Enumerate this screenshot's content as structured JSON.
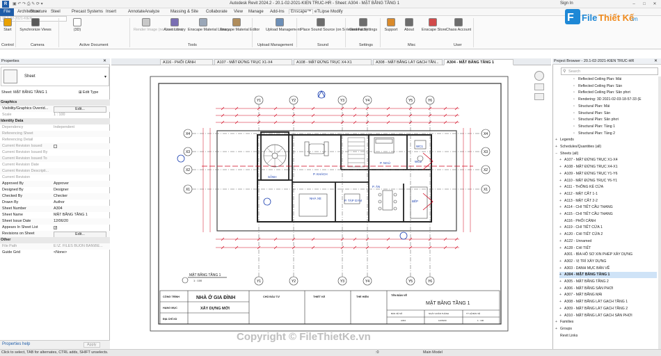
{
  "app": {
    "title": "Autodesk Revit 2024.2 - 20.1-02-2021-KIEN TRUC-HR - Sheet: A304 - MẶT BẰNG TẦNG 1",
    "sign_in": "Sign In"
  },
  "menu": {
    "file": "File",
    "items": [
      "Architecture",
      "Structure",
      "Steel",
      "Precast",
      "Systems",
      "Insert",
      "Annotate",
      "Analyze",
      "Massing & Site",
      "Collaborate",
      "View",
      "Manage",
      "Add-Ins",
      "Enscape™",
      "eTLipse",
      "Modify"
    ],
    "active_index": 13
  },
  "ribbon": {
    "buttons": [
      {
        "label": "Start",
        "color": "#e9a100"
      },
      {
        "label": "Synchronize Views",
        "color": "#5a5a5a"
      },
      {
        "label": "(3D)",
        "color": "#ffffff"
      },
      {
        "label": "Render Image (no Document)",
        "color": "#c8c8c8"
      },
      {
        "label": "Asset Library",
        "color": "#7a6fb3"
      },
      {
        "label": "Enscape Material Library",
        "color": "#9aa7b8"
      },
      {
        "label": "Enscape Material Editor",
        "color": "#b08d5c"
      },
      {
        "label": "Upload Management",
        "color": "#6d8fb7"
      },
      {
        "label": "Place Sound Source (on Selected Face)",
        "color": "#6d6d6d"
      },
      {
        "label": "General Settings",
        "color": "#6d6d6d"
      },
      {
        "label": "Support",
        "color": "#d98a2b"
      },
      {
        "label": "About",
        "color": "#6d6d6d"
      },
      {
        "label": "Enscape Store",
        "color": "#d14a4a"
      },
      {
        "label": "Chaos Account",
        "color": "#6d6d6d"
      }
    ],
    "view_select": "20.1-02-2021-KIEN...",
    "groups": [
      "Control",
      "Camera",
      "Active Document",
      "Tools",
      "Upload Management",
      "Sound",
      "Settings",
      "Misc",
      "User"
    ]
  },
  "properties": {
    "header": "Properties",
    "type": "Sheet",
    "selector": "Sheet: MẶT BẰNG TẦNG 1",
    "edit_type": "Edit Type",
    "rows": [
      {
        "cat": true,
        "k": "Graphics",
        "v": ""
      },
      {
        "k": "Visibility/Graphics Overrid...",
        "v": "Edit...",
        "btn": true
      },
      {
        "k": "Scale",
        "v": "1 : 100",
        "grey": true
      },
      {
        "cat": true,
        "k": "Identity Data",
        "v": ""
      },
      {
        "k": "Dependency",
        "v": "Independent",
        "grey": true
      },
      {
        "k": "Referencing Sheet",
        "v": "",
        "grey": true
      },
      {
        "k": "Referencing Detail",
        "v": "",
        "grey": true
      },
      {
        "k": "Current Revision Issued",
        "v": "",
        "grey": true,
        "chk": true
      },
      {
        "k": "Current Revision Issued By",
        "v": "",
        "grey": true
      },
      {
        "k": "Current Revision Issued To",
        "v": "",
        "grey": true
      },
      {
        "k": "Current Revision Date",
        "v": "",
        "grey": true
      },
      {
        "k": "Current Revision Descripti...",
        "v": "",
        "grey": true
      },
      {
        "k": "Current Revision",
        "v": "",
        "grey": true
      },
      {
        "k": "Approved By",
        "v": "Approver"
      },
      {
        "k": "Designed By",
        "v": "Designer"
      },
      {
        "k": "Checked By",
        "v": "Checker"
      },
      {
        "k": "Drawn By",
        "v": "Author"
      },
      {
        "k": "Sheet Number",
        "v": "A304"
      },
      {
        "k": "Sheet Name",
        "v": "MẶT BẰNG TẦNG 1"
      },
      {
        "k": "Sheet Issue Date",
        "v": "12/06/20"
      },
      {
        "k": "Appears In Sheet List",
        "v": "",
        "chk": true
      },
      {
        "k": "Revisions on Sheet",
        "v": "Edit...",
        "btn": true
      },
      {
        "cat": true,
        "k": "Other",
        "v": ""
      },
      {
        "k": "File Path",
        "v": "E:\\Z. FILES BUON BAN\\BE...",
        "grey": true
      },
      {
        "k": "Guide Grid",
        "v": "<None>"
      }
    ],
    "help": "Properties help",
    "apply": "Apply"
  },
  "tabs": [
    {
      "label": "A116 - PHỐI CẢNH"
    },
    {
      "label": "A107 - MẶT ĐỨNG TRỤC X1-X4"
    },
    {
      "label": "A108 - MẶT ĐỨNG TRỤC X4-X1"
    },
    {
      "label": "A308 - MẶT BẰNG LÁT GẠCH TẦN..."
    },
    {
      "label": "A304 - MẶT BẰNG TẦNG 1",
      "active": true
    }
  ],
  "drawing": {
    "grid_y": [
      "Y1",
      "Y2",
      "Y3",
      "Y4",
      "Y5",
      "Y6"
    ],
    "grid_x": [
      "X4",
      "X3",
      "X2",
      "X1"
    ],
    "rooms": [
      "SẢNH",
      "P. KHÁCH",
      "P. NGỦ",
      "WC1",
      "WC2",
      "P. ĂN",
      "NHÀ XE",
      "P. TẬP GYM",
      "BẾP"
    ],
    "view_title": "MẶT BẰNG TẦNG 1",
    "view_scale": "1 : 100",
    "tb_labels": {
      "project_lbl": "CÔNG TRÌNH",
      "category_lbl": "HẠNG MỤC",
      "address_lbl": "ĐỊA CHỈ XD",
      "owner_lbl": "CHỦ ĐẦU TƯ",
      "design_lbl": "THIẾT KẾ",
      "exec_lbl": "THỂ HIỆN",
      "sheet_lbl": "TÊN BẢN VẼ",
      "num_lbl": "BẢN VẼ SỐ",
      "date_lbl": "NGÀY HOÀN THÀNH",
      "scale_lbl": "TỶ LỆ BẢN VẼ"
    },
    "tb_values": {
      "project": "NHÀ Ở GIA ĐÌNH",
      "category": "XÂY DỰNG MỚI",
      "sheet": "MẶT BẰNG TẦNG 1",
      "num": "A304",
      "date": "12/06/20",
      "scale": "1 : 100"
    }
  },
  "browser": {
    "header": "Project Browser - 20.1-02-2021-KIEN TRUC-HR",
    "search": "Search",
    "items": [
      {
        "t": "Reflected Ceiling Plan: Mái",
        "lvl": 3,
        "doc": true
      },
      {
        "t": "Reflected Ceiling Plan: Sàn",
        "lvl": 3,
        "doc": true
      },
      {
        "t": "Reflected Ceiling Plan: Sân phơi",
        "lvl": 3,
        "doc": true
      },
      {
        "t": "Rendering: 3D 2021-02-03-18-57-33 (E",
        "lvl": 3,
        "doc": true
      },
      {
        "t": "Structural Plan: Mái",
        "lvl": 3,
        "doc": true
      },
      {
        "t": "Structural Plan: Sàn",
        "lvl": 3,
        "doc": true
      },
      {
        "t": "Structural Plan: Sân phơi",
        "lvl": 3,
        "doc": true
      },
      {
        "t": "Structural Plan: Tầng 1",
        "lvl": 3,
        "doc": true
      },
      {
        "t": "Structural Plan: Tầng 2",
        "lvl": 3,
        "doc": true
      },
      {
        "t": "Legends",
        "lvl": 0,
        "exp": "+"
      },
      {
        "t": "Schedules/Quantities (all)",
        "lvl": 0,
        "exp": "+"
      },
      {
        "t": "Sheets (all)",
        "lvl": 0,
        "exp": "−"
      },
      {
        "t": "A107 - MẶT ĐỨNG TRỤC X1-X4",
        "lvl": 1,
        "exp": "+"
      },
      {
        "t": "A108 - MẶT ĐỨNG TRỤC X4-X1",
        "lvl": 1,
        "exp": "+"
      },
      {
        "t": "A109 - MẶT ĐỨNG TRỤC Y1-Y6",
        "lvl": 1,
        "exp": "+"
      },
      {
        "t": "A110 - MẶT ĐỨNG TRỤC Y6-Y1",
        "lvl": 1,
        "exp": "+"
      },
      {
        "t": "A111 - THỐNG KÊ CỬA",
        "lvl": 1,
        "exp": "+"
      },
      {
        "t": "A112 - MẶT CẮT 1-1",
        "lvl": 1,
        "exp": "+"
      },
      {
        "t": "A113 - MẶT CẮT 2-2",
        "lvl": 1,
        "exp": "+"
      },
      {
        "t": "A114 - CHI TIẾT CẦU THANG",
        "lvl": 1,
        "exp": "+"
      },
      {
        "t": "A115 - CHI TIẾT CẦU THANG",
        "lvl": 1,
        "exp": "+"
      },
      {
        "t": "A116 - PHỐI CẢNH",
        "lvl": 1,
        "exp": ""
      },
      {
        "t": "A119 - CHI TIẾT CỬA 1",
        "lvl": 1,
        "exp": "+"
      },
      {
        "t": "A120 - CHI TIẾT CỬA 2",
        "lvl": 1,
        "exp": "+"
      },
      {
        "t": "A122 - Unnamed",
        "lvl": 1,
        "exp": "+"
      },
      {
        "t": "A128 - CHI TIẾT",
        "lvl": 1,
        "exp": "+"
      },
      {
        "t": "A301 - BÌA HỒ SƠ XIN PHÉP XÂY DỰNG",
        "lvl": 1,
        "exp": ""
      },
      {
        "t": "A302 - VỊ TRÍ XÂY DỰNG",
        "lvl": 1,
        "exp": "+"
      },
      {
        "t": "A303 - DANH MỤC BẢN VẼ",
        "lvl": 1,
        "exp": "+"
      },
      {
        "t": "A304 - MẶT BẰNG TẦNG 1",
        "lvl": 1,
        "exp": "+",
        "sel": true
      },
      {
        "t": "A305 - MẶT BẰNG TẦNG 2",
        "lvl": 1,
        "exp": "+"
      },
      {
        "t": "A306 - MẶT BẰNG SÂN PHƠI",
        "lvl": 1,
        "exp": "+"
      },
      {
        "t": "A307 - MẶT BẰNG MÁI",
        "lvl": 1,
        "exp": "+"
      },
      {
        "t": "A308 - MẶT BẰNG LÁT GẠCH TẦNG 1",
        "lvl": 1,
        "exp": "+"
      },
      {
        "t": "A309 - MẶT BẰNG LÁT GẠCH TẦNG 2",
        "lvl": 1,
        "exp": "+"
      },
      {
        "t": "A310 - MẶT BẰNG LÁT GẠCH SÂN PHƠI",
        "lvl": 1,
        "exp": "+"
      },
      {
        "t": "Families",
        "lvl": 0,
        "exp": "+"
      },
      {
        "t": "Groups",
        "lvl": 0,
        "exp": "+"
      },
      {
        "t": "Revit Links",
        "lvl": 0,
        "exp": ""
      }
    ]
  },
  "status": {
    "hint": "Click to select, TAB for alternates, CTRL adds, SHIFT unselects.",
    "zero": ":0",
    "model": "Main Model"
  },
  "watermark": "Copyright © FileThietKe.vn",
  "logo": {
    "text1": "File",
    "text2": "Thiết Kế",
    "text3": ".vn"
  },
  "colors": {
    "accent": "#1f5da8",
    "red": "#d0021b",
    "blue": "#1a3fb0",
    "enscape": "#e9a100"
  }
}
